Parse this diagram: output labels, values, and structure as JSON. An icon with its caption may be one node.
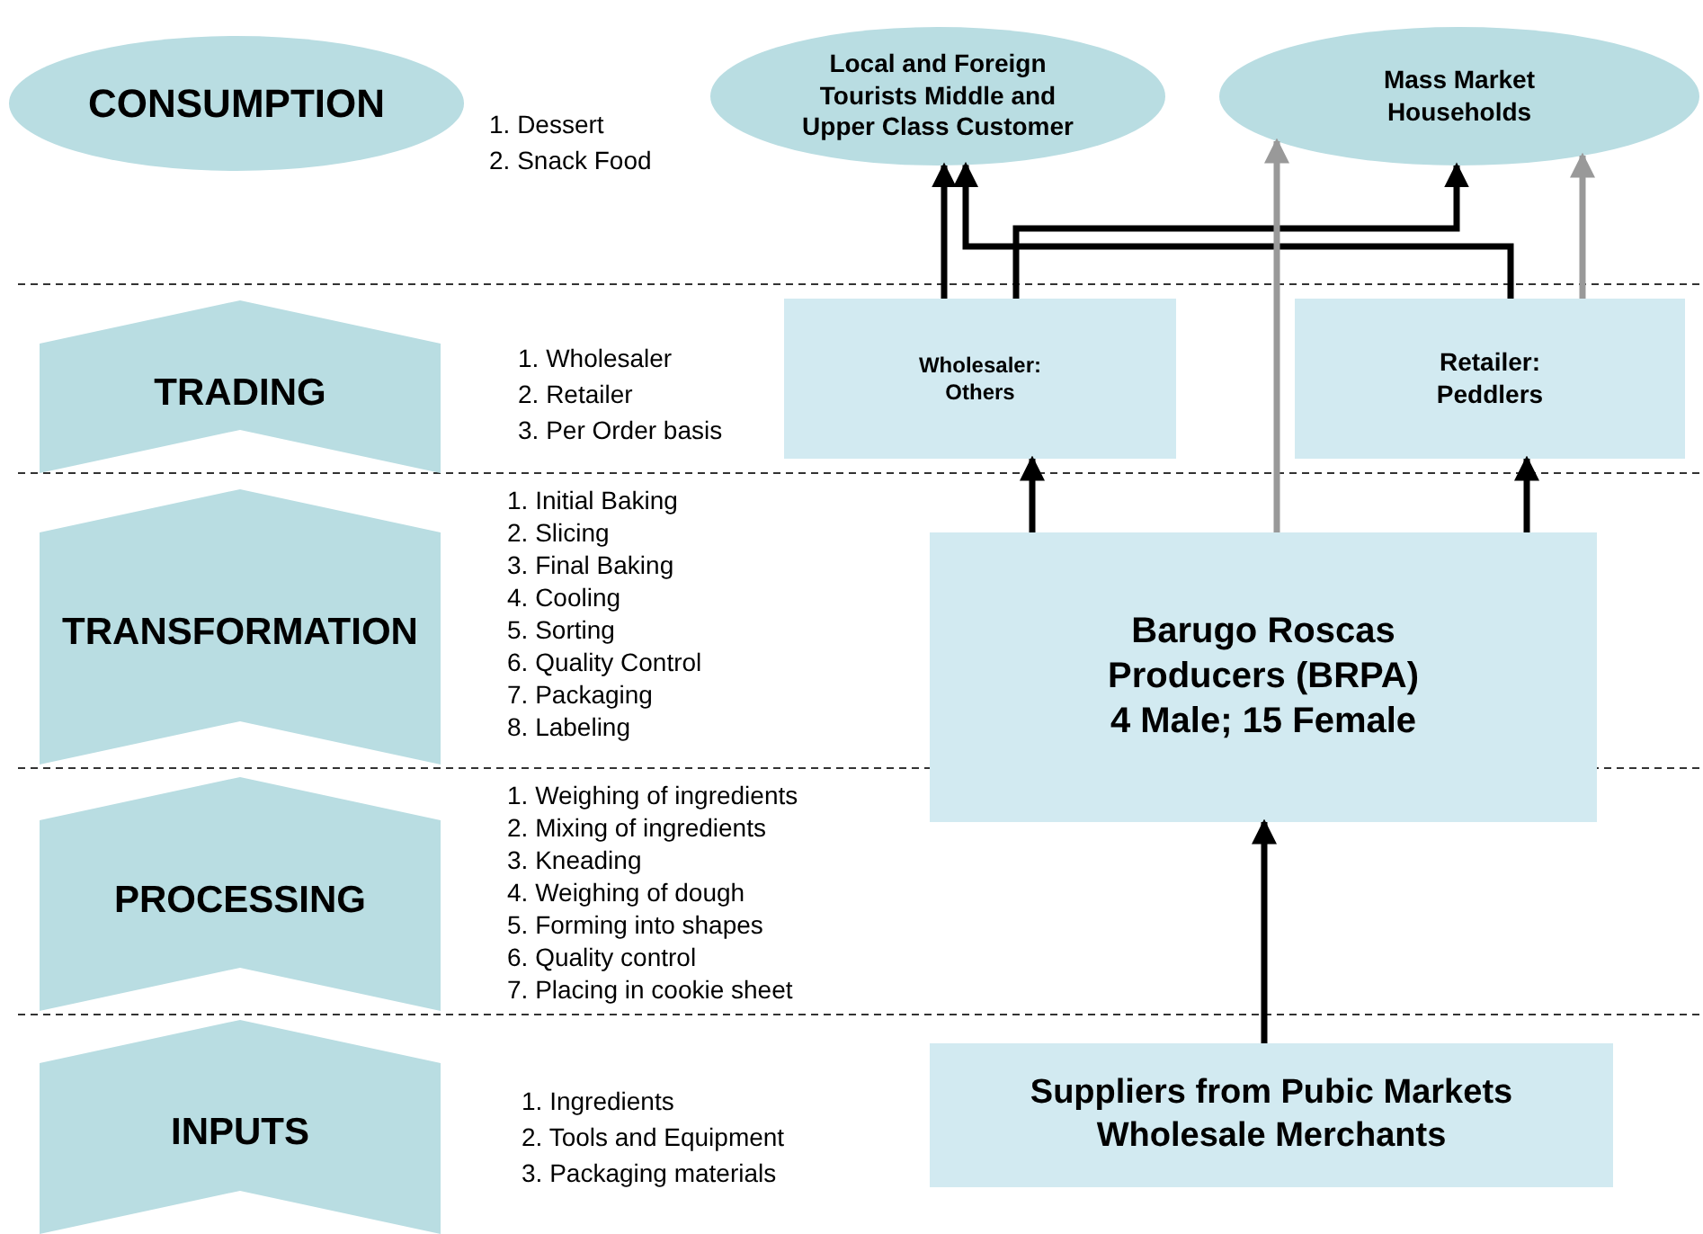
{
  "diagram": {
    "nodes": [
      {
        "text": [
          "CONSUMPTION"
        ]
      },
      {
        "text": [
          "TRADING"
        ]
      },
      {
        "text": [
          "TRANSFORMATION"
        ]
      },
      {
        "text": [
          "PROCESSING"
        ]
      },
      {
        "text": [
          "INPUTS"
        ]
      },
      {
        "text": [
          "Local and Foreign Tourists Middle and Upper Class Customer"
        ]
      },
      {
        "text": [
          "Mass Market Households"
        ]
      },
      {
        "text": [
          "Wholesaler:",
          "Others"
        ]
      },
      {
        "text": [
          "Retailer: Peddlers"
        ]
      },
      {
        "text": [
          "Barugo Roscas Producers (BRPA)",
          "4 Male; 15 Female"
        ]
      },
      {
        "text": [
          "Suppliers from Pubic Markets Wholesale Merchants"
        ]
      }
    ],
    "edges": [
      {
        "from": 7,
        "to": 5,
        "arrow": "to"
      },
      {
        "from": 7,
        "to": 6,
        "arrow": "to"
      },
      {
        "from": 8,
        "to": 5,
        "arrow": "to"
      },
      {
        "from": 9,
        "to": 6,
        "arrow": "to",
        "color": "#999999"
      },
      {
        "from": 8,
        "to": 6,
        "arrow": "to",
        "color": "#999999"
      },
      {
        "from": 9,
        "to": 7,
        "arrow": "to"
      },
      {
        "from": 9,
        "to": 8,
        "arrow": "to"
      },
      {
        "from": 10,
        "to": 9,
        "arrow": "to"
      }
    ],
    "labels": [
      "1. Dessert",
      "2. Snack Food",
      "1. Wholesaler",
      "2. Retailer",
      "3. Per Order basis",
      "1. Initial Baking",
      "2. Slicing",
      "3. Final Baking",
      "4. Cooling",
      "5. Sorting",
      "6. Quality Control",
      "7. Packaging",
      "8. Labeling",
      "1. Weighing of ingredients",
      "2. Mixing of ingredients",
      "3. Kneading",
      "4. Weighing of dough",
      "5. Forming into shapes",
      "6. Quality control",
      "7. Placing in cookie sheet",
      "1. Ingredients",
      "2. Tools and Equipment",
      "3. Packaging materials"
    ]
  }
}
